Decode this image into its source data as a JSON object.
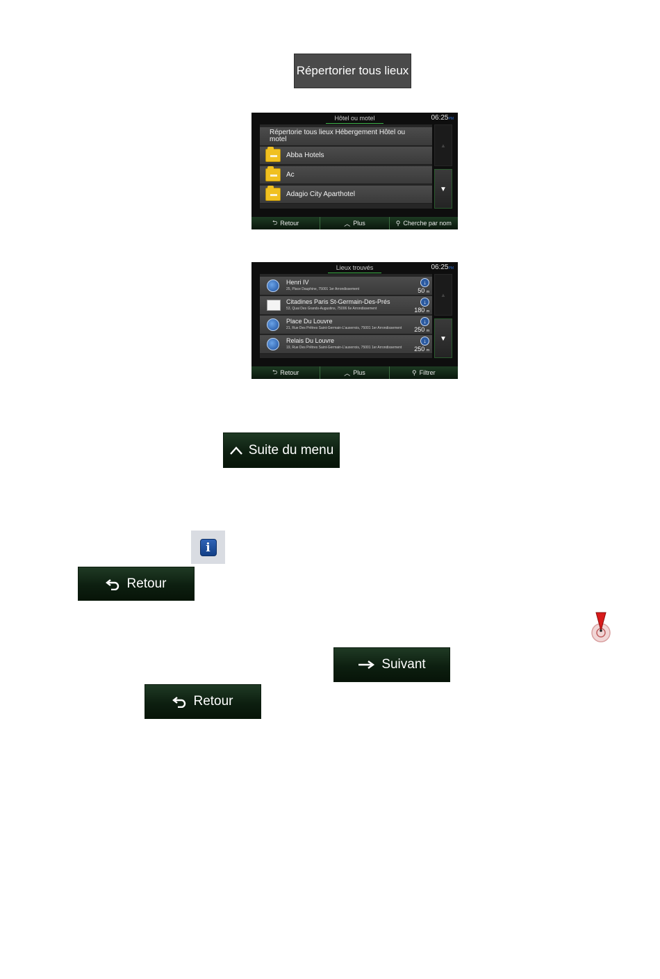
{
  "buttons": {
    "list_all_places": "Répertorier tous lieux",
    "more_menu": "Suite du menu",
    "back_1": "Retour",
    "next": "Suivant",
    "back_2": "Retour"
  },
  "screen1": {
    "title": "Hôtel ou motel",
    "time": "06:25",
    "time_suffix": "PM",
    "header_row": "Répertorie tous lieux Hébergement Hôtel ou motel",
    "items": [
      "Abba Hotels",
      "Ac",
      "Adagio City Aparthotel"
    ],
    "bottom": {
      "back": "Retour",
      "more": "Plus",
      "search": "Cherche par nom"
    }
  },
  "screen2": {
    "title": "Lieux trouvés",
    "time": "06:25",
    "time_suffix": "PM",
    "places": [
      {
        "name": "Henri IV",
        "address": "25, Place Dauphine, 75001 1er Arrondissement",
        "distance": "50",
        "unit": "m"
      },
      {
        "name": "Citadines Paris St-Germain-Des-Prés",
        "address": "53, Quai Des Grands-Augustins, 75006 6e Arrondissement",
        "distance": "180",
        "unit": "m"
      },
      {
        "name": "Place Du Louvre",
        "address": "21, Rue Des Prêtres Saint-Germain-L'auxerrois, 75001 1er Arrondissement",
        "distance": "250",
        "unit": "m"
      },
      {
        "name": "Relais Du Louvre",
        "address": "19, Rue Des Prêtres Saint-Germain-L'auxerrois, 75001 1er Arrondissement",
        "distance": "250",
        "unit": "m"
      }
    ],
    "bottom": {
      "back": "Retour",
      "more": "Plus",
      "filter": "Filtrer"
    }
  },
  "icons": {
    "info": "info-icon",
    "marker": "map-marker-icon"
  },
  "colors": {
    "button_green": "#0d1f10",
    "button_gray": "#4a4a4a",
    "accent_green": "#3fb34a"
  }
}
